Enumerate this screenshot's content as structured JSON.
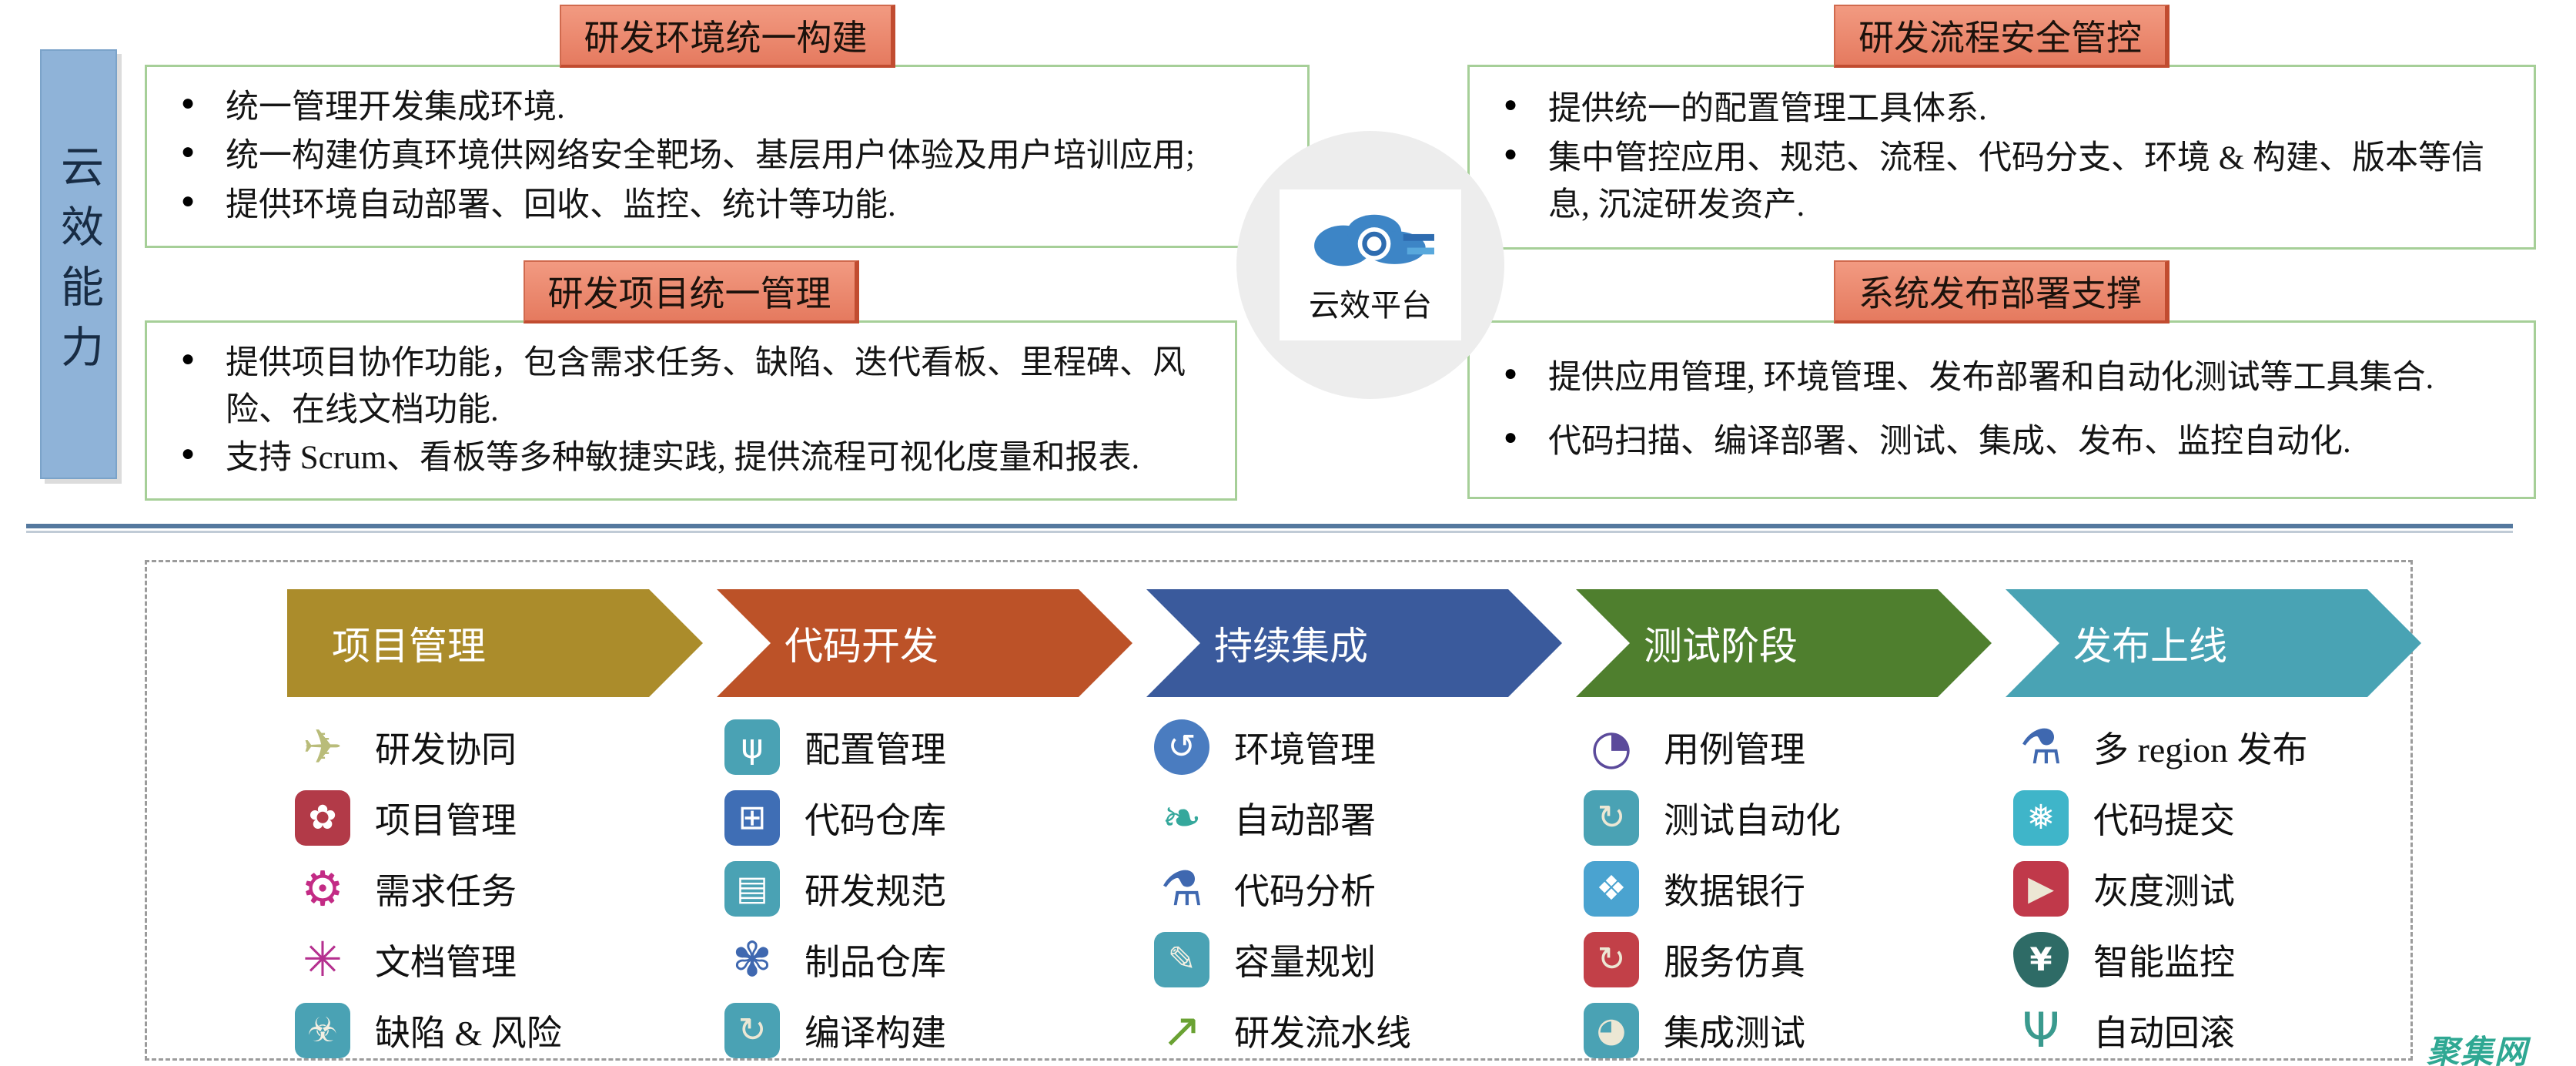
{
  "left_bar": {
    "label": "云效能力"
  },
  "platform": {
    "label": "云效平台"
  },
  "palette": {
    "bar_fill": "#8fb3d8",
    "header_fill": "#e8816c",
    "header_border": "#c14c30",
    "box_border": "#a6cf98",
    "divider": "#54789e",
    "dotted_border": "#9b9b9b",
    "watermark": "#2fa893"
  },
  "top_boxes": [
    {
      "id": "env-build",
      "title": "研发环境统一构建",
      "bullets": [
        "统一管理开发集成环境.",
        "统一构建仿真环境供网络安全靶场、基层用户体验及用户培训应用;",
        "提供环境自动部署、回收、监控、统计等功能."
      ]
    },
    {
      "id": "project-mgmt",
      "title": "研发项目统一管理",
      "bullets": [
        "提供项目协作功能，包含需求任务、缺陷、迭代看板、里程碑、风险、在线文档功能.",
        "支持 Scrum、看板等多种敏捷实践, 提供流程可视化度量和报表."
      ]
    },
    {
      "id": "process-control",
      "title": "研发流程安全管控",
      "bullets": [
        "提供统一的配置管理工具体系.",
        "集中管控应用、规范、流程、代码分支、环境 & 构建、版本等信息, 沉淀研发资产."
      ]
    },
    {
      "id": "deploy-support",
      "title": "系统发布部署支撑",
      "bullets": [
        "提供应用管理, 环境管理、发布部署和自动化测试等工具集合.",
        "代码扫描、编译部署、测试、集成、发布、监控自动化."
      ]
    }
  ],
  "pipeline": {
    "stages": [
      {
        "id": "project-management",
        "label": "项目管理",
        "color": "#ab8c2b",
        "items": [
          {
            "label": "研发协同",
            "icon": "paper-plane-icon",
            "glyph": "✈",
            "fg": "#b9bc7a",
            "bg": "",
            "shape": "bare"
          },
          {
            "label": "项目管理",
            "icon": "leaves-icon",
            "glyph": "✿",
            "fg": "#ffffff",
            "bg": "#b23a48",
            "shape": "sq"
          },
          {
            "label": "需求任务",
            "icon": "gears-icon",
            "glyph": "⚙",
            "fg": "#c32b85",
            "bg": "",
            "shape": "bare"
          },
          {
            "label": "文档管理",
            "icon": "hub-spoke-icon",
            "glyph": "✳",
            "fg": "#b5308f",
            "bg": "",
            "shape": "bare"
          },
          {
            "label": "缺陷 & 风险",
            "icon": "bug-icon",
            "glyph": "☣",
            "fg": "#f3efe2",
            "bg": "#4aa2b4",
            "shape": "sq"
          }
        ]
      },
      {
        "id": "code-development",
        "label": "代码开发",
        "color": "#bc5228",
        "items": [
          {
            "label": "配置管理",
            "icon": "git-branch-icon",
            "glyph": "ψ",
            "fg": "#ffffff",
            "bg": "#4aa2b4",
            "shape": "sq"
          },
          {
            "label": "代码仓库",
            "icon": "code-repo-grid-icon",
            "glyph": "⊞",
            "fg": "#ffffff",
            "bg": "#3f6eb5",
            "shape": "sq"
          },
          {
            "label": "研发规范",
            "icon": "spec-printer-icon",
            "glyph": "▤",
            "fg": "#ffffff",
            "bg": "#4aa2b4",
            "shape": "sq"
          },
          {
            "label": "制品仓库",
            "icon": "artifact-leaves-icon",
            "glyph": "✾",
            "fg": "#3f68b0",
            "bg": "",
            "shape": "bare"
          },
          {
            "label": "编译构建",
            "icon": "build-cycle-icon",
            "glyph": "↻",
            "fg": "#ece7d4",
            "bg": "#4aa2b4",
            "shape": "sq"
          }
        ]
      },
      {
        "id": "continuous-integration",
        "label": "持续集成",
        "color": "#3a5a9c",
        "items": [
          {
            "label": "环境管理",
            "icon": "env-swirl-icon",
            "glyph": "↺",
            "fg": "#ffffff",
            "bg": "#4a7cc0",
            "shape": "circle"
          },
          {
            "label": "自动部署",
            "icon": "leaf-icon",
            "glyph": "❧",
            "fg": "#35a89c",
            "bg": "",
            "shape": "bare"
          },
          {
            "label": "代码分析",
            "icon": "microscope-icon",
            "glyph": "⚗",
            "fg": "#3f68b0",
            "bg": "",
            "shape": "bare"
          },
          {
            "label": "容量规划",
            "icon": "capacity-doc-pencil-icon",
            "glyph": "✎",
            "fg": "#f3efe2",
            "bg": "#4aa2b4",
            "shape": "sq"
          },
          {
            "label": "研发流水线",
            "icon": "pipeline-chart-icon",
            "glyph": "↗",
            "fg": "#6aa233",
            "bg": "",
            "shape": "bare"
          }
        ]
      },
      {
        "id": "testing-phase",
        "label": "测试阶段",
        "color": "#4f7f2e",
        "items": [
          {
            "label": "用例管理",
            "icon": "gauge-icon",
            "glyph": "◔",
            "fg": "#5b4a9b",
            "bg": "",
            "shape": "bare"
          },
          {
            "label": "测试自动化",
            "icon": "test-automation-cycle-icon",
            "glyph": "↻",
            "fg": "#ece7d4",
            "bg": "#4aa2b4",
            "shape": "sq"
          },
          {
            "label": "数据银行",
            "icon": "data-bank-cube-icon",
            "glyph": "❖",
            "fg": "#ffffff",
            "bg": "#4aa3d0",
            "shape": "sq"
          },
          {
            "label": "服务仿真",
            "icon": "service-sim-loop-icon",
            "glyph": "↻",
            "fg": "#ece7d4",
            "bg": "#c24048",
            "shape": "sq"
          },
          {
            "label": "集成测试",
            "icon": "integration-pie-icon",
            "glyph": "◕",
            "fg": "#ece7d4",
            "bg": "#4aa2b4",
            "shape": "sq"
          }
        ]
      },
      {
        "id": "release-launch",
        "label": "发布上线",
        "color": "#49a3b4",
        "items": [
          {
            "label": "多 region 发布",
            "icon": "microscope-icon",
            "glyph": "⚗",
            "fg": "#3f68b0",
            "bg": "",
            "shape": "bare"
          },
          {
            "label": "代码提交",
            "icon": "molecule-icon",
            "glyph": "❅",
            "fg": "#ffffff",
            "bg": "#3fb5c9",
            "shape": "sq"
          },
          {
            "label": "灰度测试",
            "icon": "gray-release-play-icon",
            "glyph": "▶",
            "fg": "#ece7d4",
            "bg": "#c0394a",
            "shape": "sq"
          },
          {
            "label": "智能监控",
            "icon": "moneybag-yuan-icon",
            "glyph": "¥",
            "fg": "#ffffff",
            "bg": "#2e6b66",
            "shape": "bag"
          },
          {
            "label": "自动回滚",
            "icon": "wind-turbine-icon",
            "glyph": "Ψ",
            "fg": "#3a9a8e",
            "bg": "",
            "shape": "bare"
          }
        ]
      }
    ]
  },
  "watermark": {
    "label": "聚集网"
  }
}
